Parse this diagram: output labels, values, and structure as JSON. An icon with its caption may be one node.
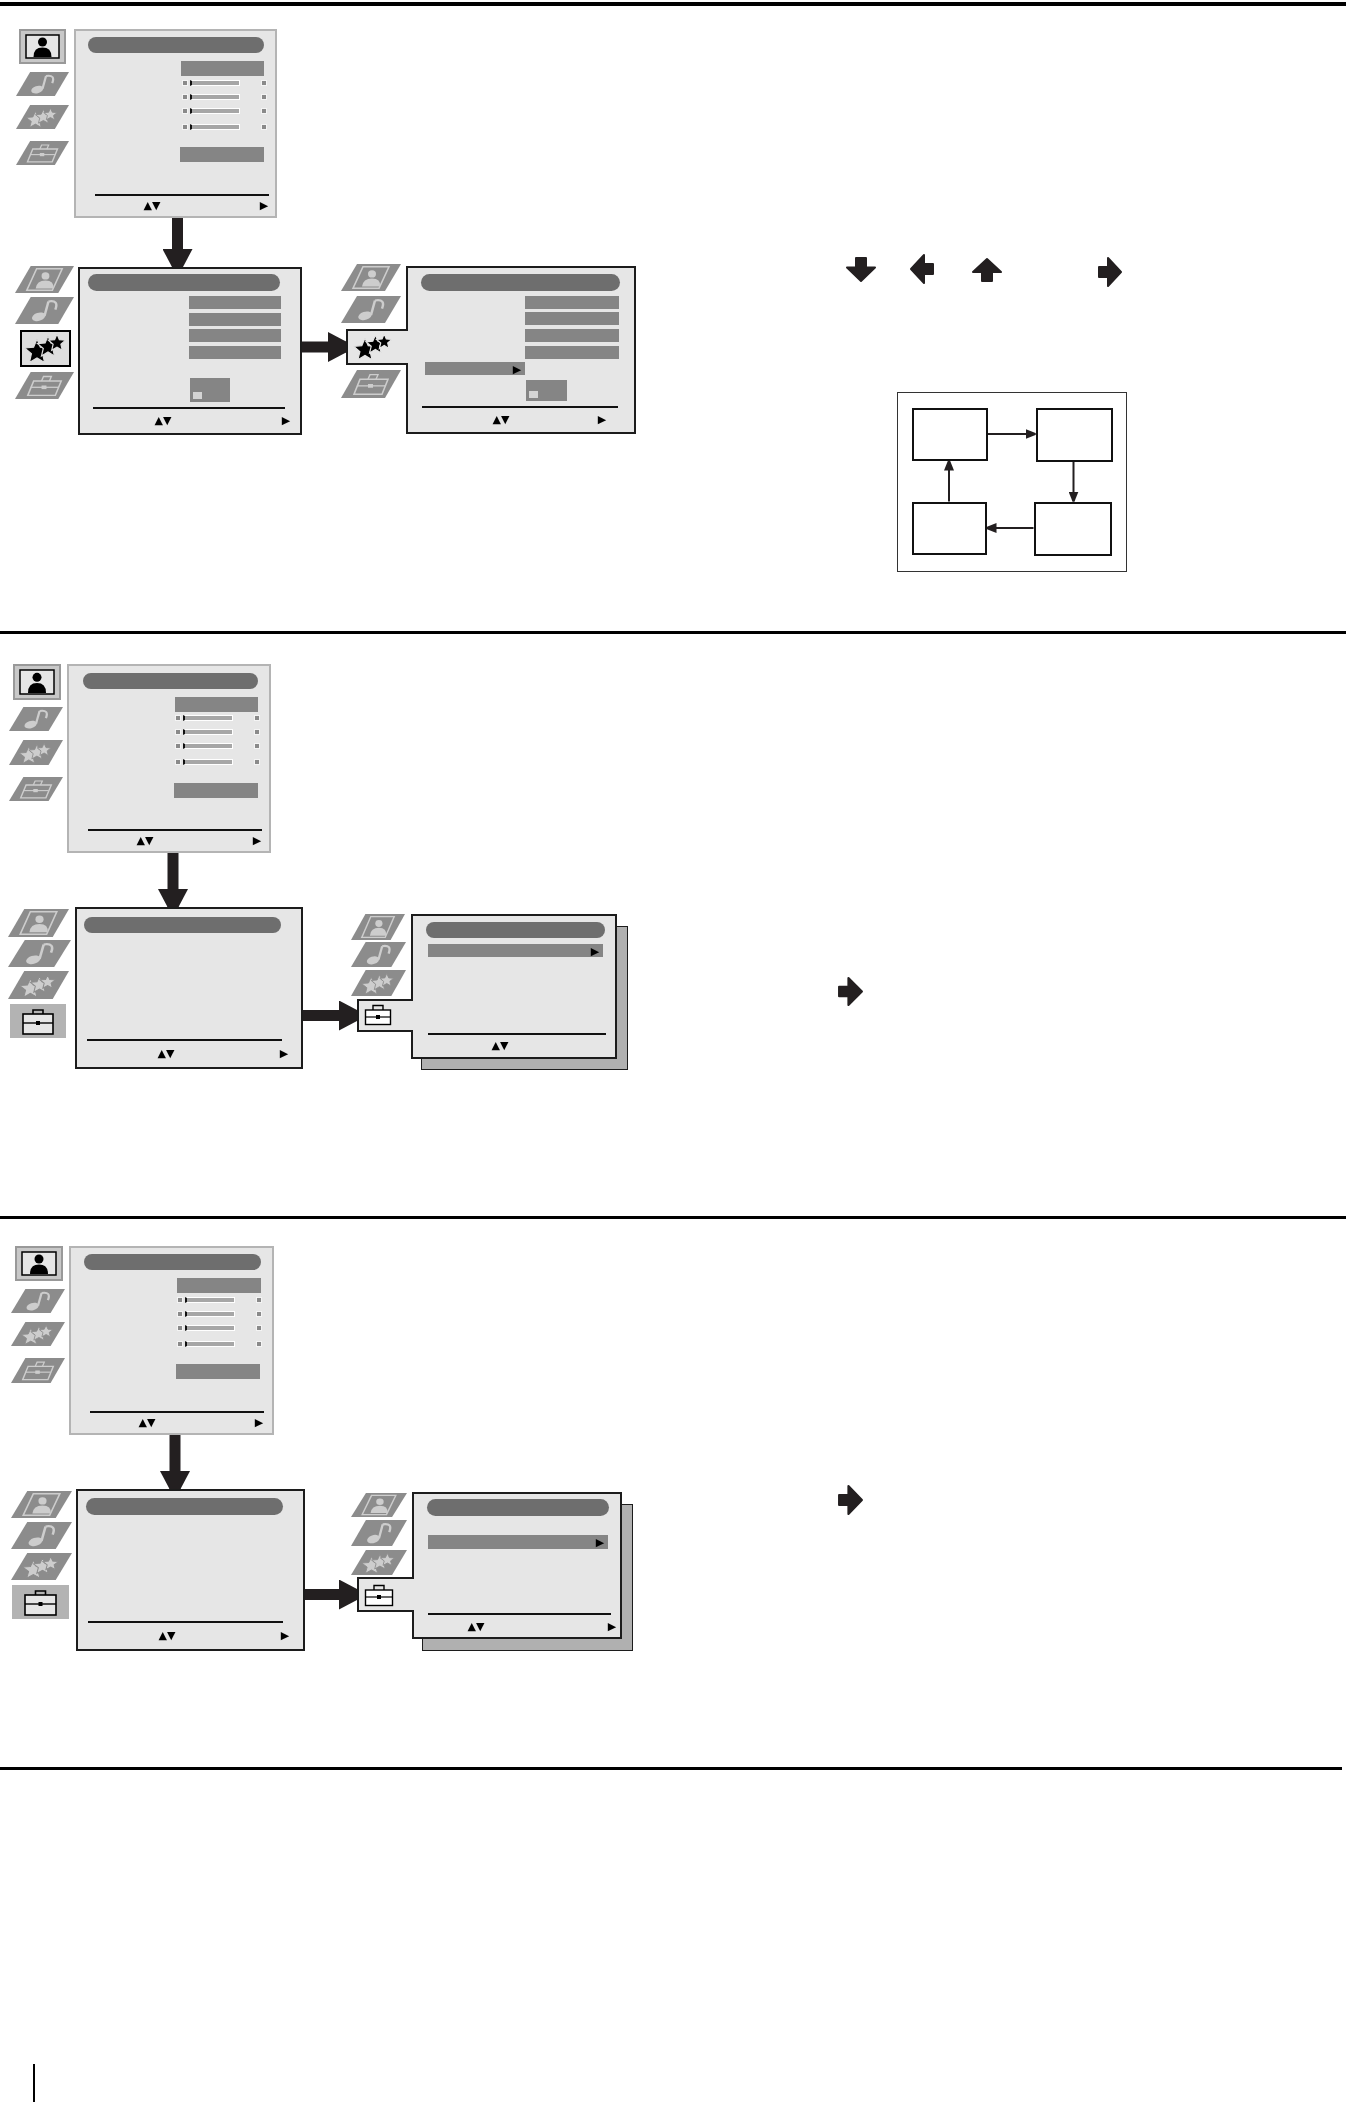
{
  "diagram": {
    "nodes": [
      {
        "text": [
          "▲▼",
          "▶"
        ]
      },
      {
        "text": [],
        "shape": "bar",
        "in": 0
      },
      {
        "text": [],
        "shape": "box",
        "in": 0
      },
      {
        "text": [],
        "shape": "box",
        "in": 0
      },
      {
        "text": [
          "▲▼",
          "▶"
        ]
      },
      {
        "text": [],
        "shape": "bar",
        "in": 4
      },
      {
        "text": [],
        "shape": "box",
        "in": 4
      },
      {
        "text": [],
        "shape": "box",
        "in": 4
      },
      {
        "text": [],
        "shape": "box",
        "in": 4
      },
      {
        "text": [],
        "shape": "box",
        "in": 4
      },
      {
        "text": [],
        "shape": "box",
        "in": 4
      },
      {
        "text": [
          "▲▼",
          "▶"
        ]
      },
      {
        "text": [],
        "shape": "bar",
        "in": 11
      },
      {
        "text": [],
        "shape": "box",
        "in": 11
      },
      {
        "text": [],
        "shape": "box",
        "in": 11
      },
      {
        "text": [],
        "shape": "box",
        "in": 11
      },
      {
        "text": [],
        "shape": "box",
        "in": 11
      },
      {
        "text": [
          "▶"
        ],
        "in": 11
      },
      {
        "text": [],
        "shape": "box",
        "in": 11
      },
      {
        "text": [],
        "shape": "box"
      },
      {
        "text": [],
        "shape": "box",
        "in": 19
      },
      {
        "text": [],
        "shape": "box",
        "in": 19
      },
      {
        "text": [],
        "shape": "box",
        "in": 19
      },
      {
        "text": [],
        "shape": "box",
        "in": 19
      },
      {
        "text": [
          "▲▼",
          "▶"
        ]
      },
      {
        "text": [],
        "shape": "bar",
        "in": 24
      },
      {
        "text": [],
        "shape": "box",
        "in": 24
      },
      {
        "text": [],
        "shape": "box",
        "in": 24
      },
      {
        "text": [
          "▲▼",
          "▶"
        ]
      },
      {
        "text": [],
        "shape": "bar",
        "in": 28
      },
      {
        "text": [
          "▲▼"
        ]
      },
      {
        "text": [],
        "shape": "bar",
        "in": 30
      },
      {
        "text": [
          "▶"
        ],
        "in": 30
      },
      {
        "text": [
          "▲▼",
          "▶"
        ]
      },
      {
        "text": [],
        "shape": "bar",
        "in": 33
      },
      {
        "text": [],
        "shape": "box",
        "in": 33
      },
      {
        "text": [],
        "shape": "box",
        "in": 33
      },
      {
        "text": [
          "▲▼",
          "▶"
        ]
      },
      {
        "text": [],
        "shape": "bar",
        "in": 37
      },
      {
        "text": [
          "▲▼",
          "▶"
        ]
      },
      {
        "text": [],
        "shape": "bar",
        "in": 39
      },
      {
        "text": [
          "▶"
        ],
        "in": 39
      }
    ],
    "edges": [
      {
        "from": 0,
        "to": 4,
        "arrow": "to"
      },
      {
        "from": 4,
        "to": 11,
        "arrow": "to"
      },
      {
        "from": 20,
        "to": 21,
        "arrow": "to"
      },
      {
        "from": 21,
        "to": 23,
        "arrow": "to"
      },
      {
        "from": 23,
        "to": 22,
        "arrow": "to"
      },
      {
        "from": 22,
        "to": 20,
        "arrow": "to"
      },
      {
        "from": 24,
        "to": 28,
        "arrow": "to"
      },
      {
        "from": 28,
        "to": 30,
        "arrow": "to"
      },
      {
        "from": 33,
        "to": 37,
        "arrow": "to"
      },
      {
        "from": 37,
        "to": 39,
        "arrow": "to"
      }
    ]
  }
}
